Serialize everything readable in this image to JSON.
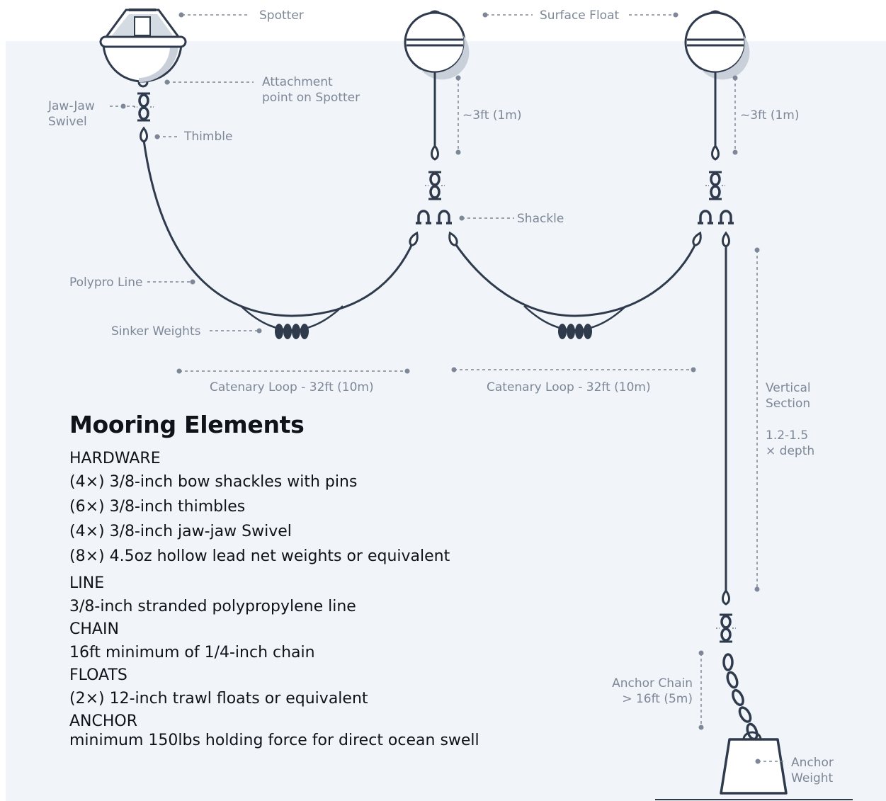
{
  "labels": {
    "spotter": "Spotter",
    "surface_float": "Surface Float",
    "attachment_1": "Attachment",
    "attachment_2": "point on Spotter",
    "jaw_1": "Jaw-Jaw",
    "jaw_2": "Swivel",
    "thimble": "Thimble",
    "dist_left": "~3ft (1m)",
    "dist_right": "~3ft (1m)",
    "shackle": "Shackle",
    "polypro": "Polypro Line",
    "sinker": "Sinker Weights",
    "catenary_left": "Catenary Loop - 32ft (10m)",
    "catenary_right": "Catenary Loop - 32ft (10m)",
    "vertical_1": "Vertical",
    "vertical_2": "Section",
    "depth_1": "1.2-1.5",
    "depth_2": "× depth",
    "anchor_chain_1": "Anchor Chain",
    "anchor_chain_2": "> 16ft (5m)",
    "anchor_weight_1": "Anchor",
    "anchor_weight_2": "Weight"
  },
  "colors": {
    "ink": "#2f3b4d",
    "label": "#7d8797",
    "water": "#f1f5f9"
  },
  "elements": {
    "title": "Mooring Elements",
    "hardware": {
      "heading": "HARDWARE",
      "items": [
        "(4×) 3/8-inch bow shackles with pins",
        "(6×) 3/8-inch thimbles",
        "(4×) 3/8-inch jaw-jaw Swivel",
        "(8×) 4.5oz hollow lead net weights or equivalent"
      ]
    },
    "line": {
      "heading": "LINE",
      "text": "3/8-inch stranded polypropylene line"
    },
    "chain": {
      "heading": "CHAIN",
      "text": "16ft minimum of 1/4-inch chain"
    },
    "floats": {
      "heading": "FLOATS",
      "text": "(2×) 12-inch trawl floats or equivalent"
    },
    "anchor": {
      "heading": "ANCHOR",
      "text": "minimum 150lbs holding force for direct ocean swell"
    }
  }
}
